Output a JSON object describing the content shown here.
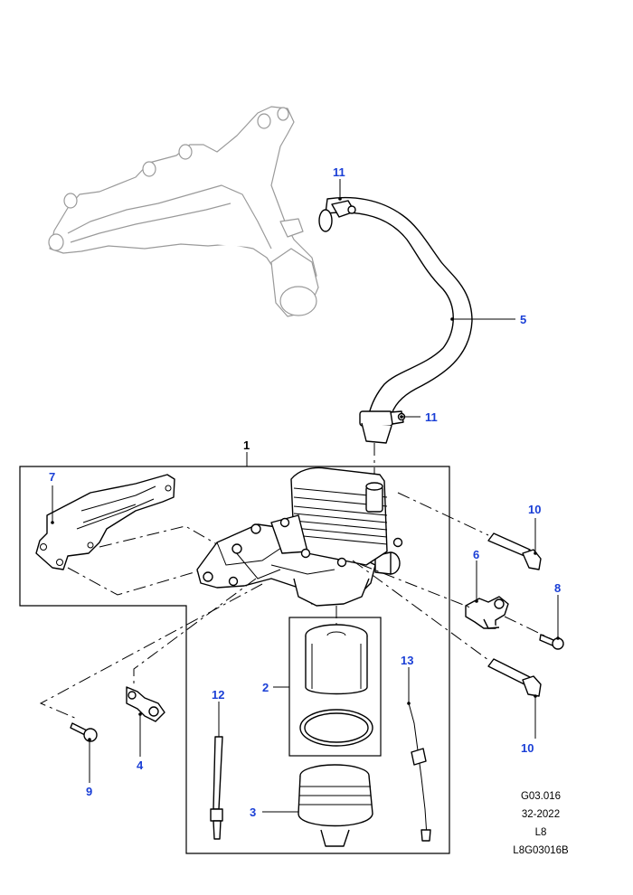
{
  "callouts": {
    "c1": "1",
    "c2": "2",
    "c3": "3",
    "c4": "4",
    "c5": "5",
    "c6": "6",
    "c7": "7",
    "c8": "8",
    "c9": "9",
    "c10a": "10",
    "c10b": "10",
    "c11a": "11",
    "c11b": "11",
    "c12": "12",
    "c13": "13"
  },
  "reference": {
    "code": "G03.016",
    "date": "32-2022",
    "model": "L8",
    "image_id": "L8G03016B"
  },
  "colors": {
    "callout": "#1a3fd6",
    "ghost_part": "#9a9a9a"
  }
}
